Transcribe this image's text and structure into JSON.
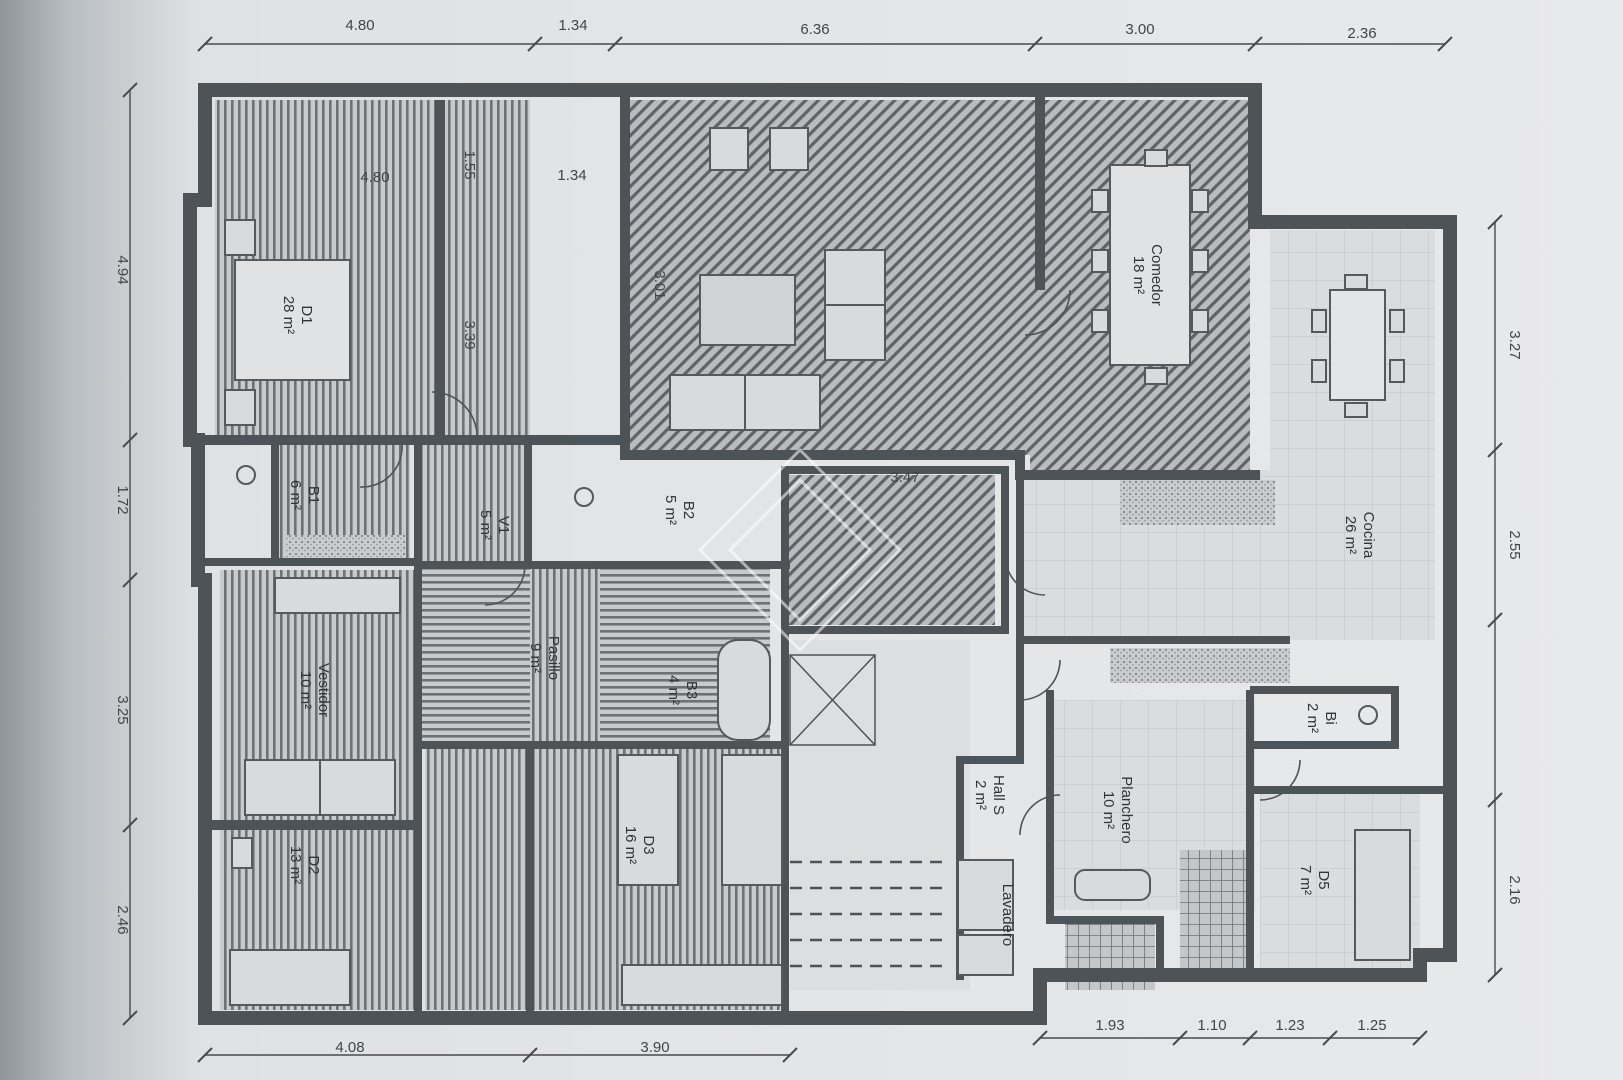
{
  "colors": {
    "wall": "#555a5e",
    "hatch_stripe": "#6d7174",
    "floor_light": "#d9dcde",
    "dim_line": "#4a4a4a",
    "paper": "#e4e6e7"
  },
  "dimensions": {
    "top": [
      "4.80",
      "1.34",
      "6.36",
      "3.00",
      "2.36"
    ],
    "left": [
      "4.94",
      "1.72",
      "3.25",
      "2.46"
    ],
    "right": [
      "3.27",
      "2.55",
      "2.16"
    ],
    "bottom_left": [
      "4.08",
      "3.90"
    ],
    "bottom_right": [
      "1.93",
      "1.10",
      "1.23",
      "1.25"
    ],
    "inner": [
      "4.80",
      "1.34",
      "1.55",
      "3.39",
      "3.01",
      "3.47"
    ]
  },
  "rooms": {
    "d1": {
      "name": "D1",
      "area": "28 m²"
    },
    "b1": {
      "name": "B1",
      "area": "6 m²"
    },
    "v1": {
      "name": "V1",
      "area": "5 m²"
    },
    "b2": {
      "name": "B2",
      "area": "5 m²"
    },
    "vestidor": {
      "name": "Vestidor",
      "area": "10 m²"
    },
    "pasillo": {
      "name": "Pasillo",
      "area": "9 m²"
    },
    "b3": {
      "name": "B3",
      "area": "4 m²"
    },
    "d2": {
      "name": "D2",
      "area": "13 m²"
    },
    "d3": {
      "name": "D3",
      "area": "16 m²"
    },
    "comedor": {
      "name": "Comedor",
      "area": "18 m²"
    },
    "cocina": {
      "name": "Cocina",
      "area": "26 m²"
    },
    "bi": {
      "name": "Bi",
      "area": "2 m²"
    },
    "hall": {
      "name": "Hall S",
      "area": "2 m²"
    },
    "planchero": {
      "name": "Planchero",
      "area": "10 m²"
    },
    "d5": {
      "name": "D5",
      "area": "7 m²"
    },
    "lavadero": {
      "name": "Lavadero",
      "area": ""
    }
  }
}
